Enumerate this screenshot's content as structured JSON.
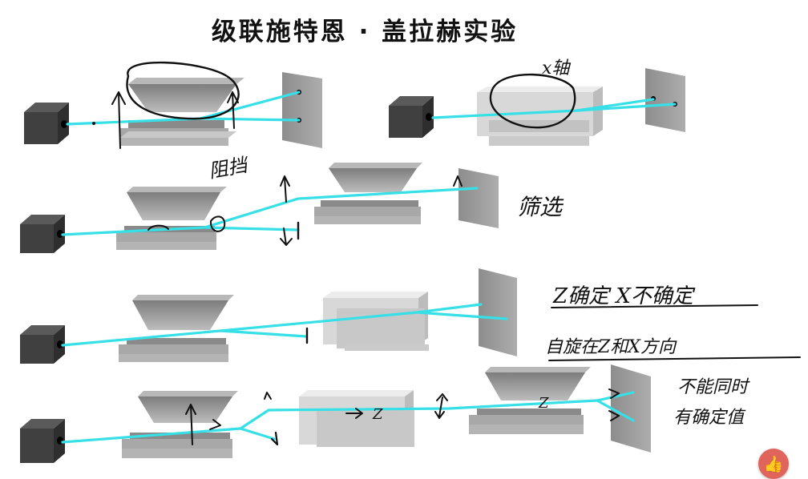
{
  "title": "级联施特恩 · 盖拉赫实验",
  "annotations": {
    "x_axis": "x轴",
    "block": "阻挡",
    "filter": "筛选",
    "z_vs_x": "Z确定  X不确定",
    "not_simultaneous_1": "自旋在Z和X方向",
    "not_simultaneous_2": "不能同时",
    "not_simultaneous_3": "有确定值",
    "z_label_1": "Z",
    "z_label_2": "Z"
  },
  "like_button": {
    "icon": "thumbs-up-icon",
    "color": "#e0645c"
  },
  "colors": {
    "beam": "#36e0e6",
    "box": "#3c3c3c",
    "magnet": "#8a8a8a",
    "screen": "#9a9a9a"
  }
}
